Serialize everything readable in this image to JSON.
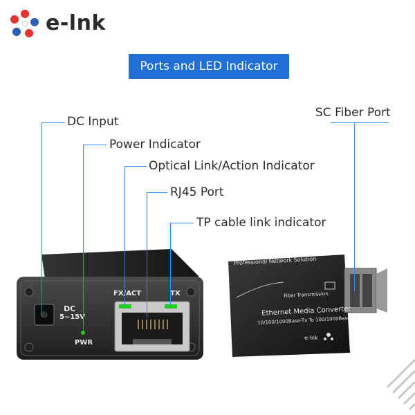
{
  "brand": {
    "name": "e-lnk"
  },
  "banner": {
    "title": "Ports and LED Indicator"
  },
  "callouts": {
    "dc_input": "DC Input",
    "power_indicator": "Power Indicator",
    "optical_link": "Optical Link/Action Indicator",
    "rj45_port": "RJ45 Port",
    "tp_cable": "TP cable link indicator",
    "sc_fiber": "SC Fiber Port"
  },
  "front_panel": {
    "dc_label": "DC",
    "dc_voltage": "5~15V",
    "pwr_label": "PWR",
    "fx_act_label": "FX/ACT",
    "tx_label": "TX"
  },
  "top_panel": {
    "line1": "Professional Network Solution",
    "line2": "Fiber Transmission",
    "line3": "Ethernet Media Converter",
    "line4": "10/100/1000Base-Tx To 100/1000Base-Fx",
    "brand_small": "e-lnk"
  },
  "colors": {
    "accent_blue": "#1f6fd6",
    "callout_line": "#2f8be8",
    "led_green": "#22cc22"
  }
}
